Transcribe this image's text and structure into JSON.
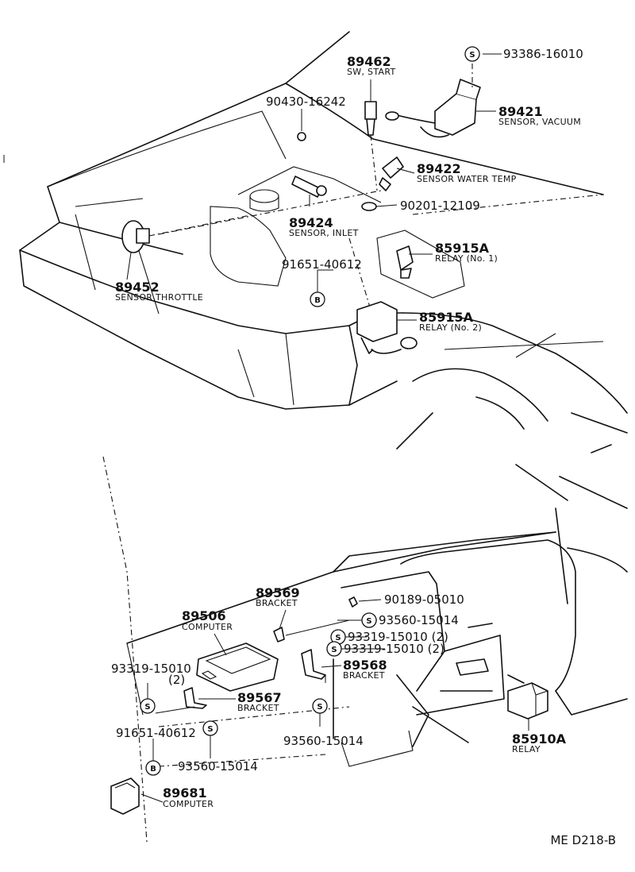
{
  "top": {
    "p89462": {
      "num": "89462",
      "label": "SW, START"
    },
    "p93386": {
      "num": "93386-16010",
      "marker": "S"
    },
    "p89421": {
      "num": "89421",
      "label": "SENSOR, VACUUM"
    },
    "p90430": {
      "num": "90430-16242"
    },
    "p89422": {
      "num": "89422",
      "label": "SENSOR WATER TEMP"
    },
    "p90201": {
      "num": "90201-12109"
    },
    "p89424": {
      "num": "89424",
      "label": "SENSOR, INLET"
    },
    "p85915a1": {
      "num": "85915A",
      "label": "RELAY (No. 1)"
    },
    "p91651": {
      "num": "91651-40612",
      "marker": "B"
    },
    "p89452": {
      "num": "89452",
      "label": "SENSOR THROTTLE"
    },
    "p85915a2": {
      "num": "85915A",
      "label": "RELAY (No. 2)"
    }
  },
  "bottom": {
    "p89569": {
      "num": "89569",
      "label": "BRACKET"
    },
    "p90189": {
      "num": "90189-05010"
    },
    "p89506": {
      "num": "89506",
      "label": "COMPUTER"
    },
    "p93560a": {
      "num": "93560-15014",
      "marker": "S"
    },
    "p93319a": {
      "num": "93319-15010 (2)",
      "marker": "S"
    },
    "p93319b": {
      "num": "93319-15010 (2)",
      "marker": "S"
    },
    "p93319c": {
      "num": "93319-15010",
      "qty": "(2)",
      "marker": "S"
    },
    "p89568": {
      "num": "89568",
      "label": "BRACKET"
    },
    "p89567": {
      "num": "89567",
      "label": "BRACKET"
    },
    "p91651": {
      "num": "91651-40612",
      "marker": "B"
    },
    "p93560b": {
      "num": "93560-15014",
      "marker": "S"
    },
    "p93560c": {
      "num": "93560-15014"
    },
    "p89681": {
      "num": "89681",
      "label": "COMPUTER"
    },
    "p85910a": {
      "num": "85910A",
      "label": "RELAY"
    }
  },
  "footer": {
    "code": "ME  D218-B"
  }
}
